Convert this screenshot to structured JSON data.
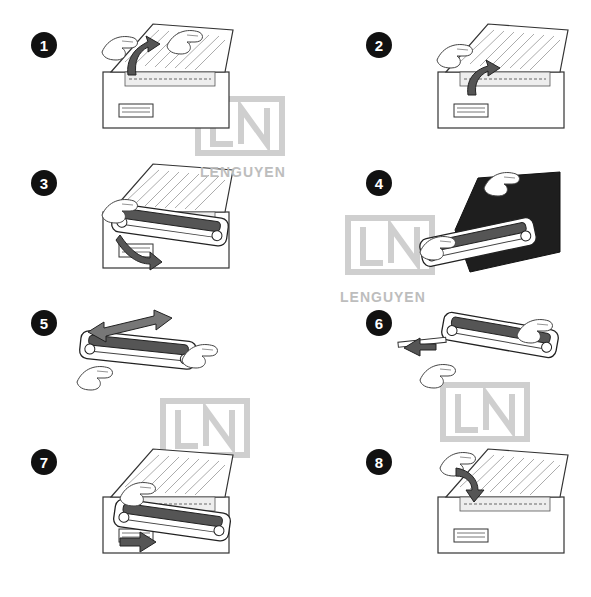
{
  "diagram": {
    "nodes": [
      {
        "text": [
          "1"
        ]
      },
      {
        "text": [
          "2"
        ]
      },
      {
        "text": [
          "3"
        ]
      },
      {
        "text": [
          "4"
        ]
      },
      {
        "text": [
          "5"
        ]
      },
      {
        "text": [
          "6"
        ]
      },
      {
        "text": [
          "7"
        ]
      },
      {
        "text": [
          "8"
        ]
      }
    ],
    "labels": [
      "LENGUYEN",
      "LENGUYEN"
    ]
  }
}
